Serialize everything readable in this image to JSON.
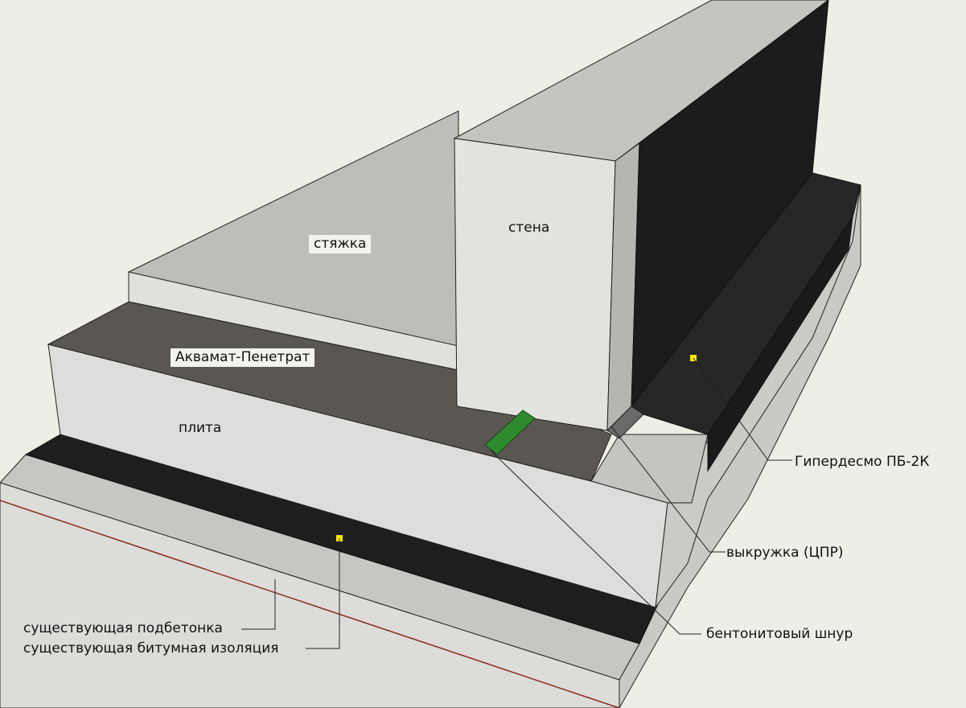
{
  "labels": {
    "screed": "стяжка",
    "wall": "стена",
    "coating": "Аквамат-Пенетрат",
    "slab": "плита",
    "membrane": "Гипердесмо ПБ-2К",
    "fillet": "выкружка (ЦПР)",
    "bentonite_cord": "бентонитовый шнур",
    "existing_subconcrete": "существующая подбетонка",
    "existing_bitumen": "существующая битумная изоляция"
  },
  "colors": {
    "background": "#eeeee6",
    "concrete": "#d9d9d6",
    "concrete_shade": "#c2c2bf",
    "concrete_top": "#b8b8b5",
    "penetrating_coating": "#5a5652",
    "membrane": "#1b1b1b",
    "bentonite_cord": "#2f8a2f",
    "marker": "#f5e600",
    "ground_line": "#8a2a1c"
  }
}
